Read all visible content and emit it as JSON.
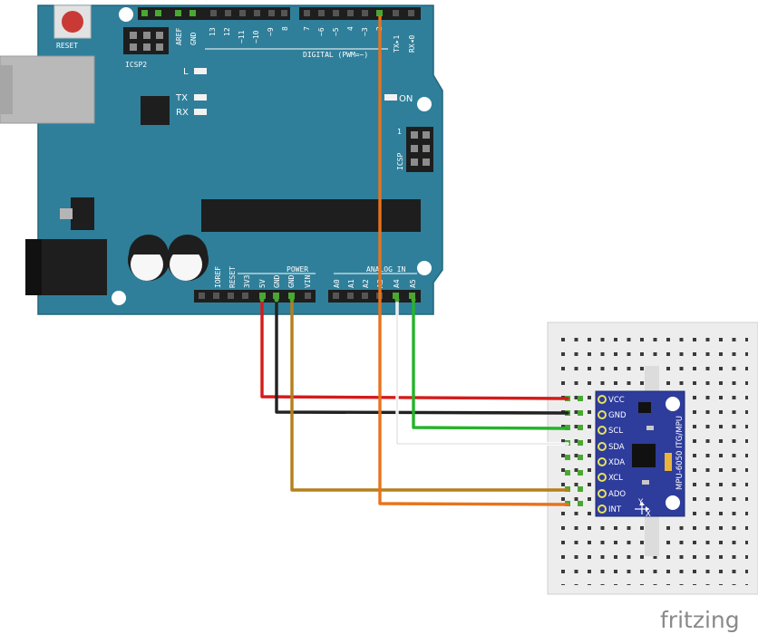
{
  "arduino": {
    "reset_label": "RESET",
    "icsp2_label": "ICSP2",
    "icsp_label": "ICSP",
    "icsp_pin1": "1",
    "digital_label": "DIGITAL (PWM=~)",
    "on_label": "ON",
    "led_l": "L",
    "led_tx": "TX",
    "led_rx": "RX",
    "power_label": "POWER",
    "analog_label": "ANALOG IN",
    "top_pins": [
      "AREF",
      "GND",
      "13",
      "12",
      "~11",
      "~10",
      "~9",
      "8",
      "7",
      "~6",
      "~5",
      "4",
      "~3",
      "2",
      "TX▸1",
      "RX◂0"
    ],
    "power_pins": [
      "IOREF",
      "RESET",
      "3V3",
      "5V",
      "GND",
      "GND",
      "VIN"
    ],
    "analog_pins": [
      "A0",
      "A1",
      "A2",
      "A3",
      "A4",
      "A5"
    ]
  },
  "mpu": {
    "pins": [
      "VCC",
      "GND",
      "SCL",
      "SDA",
      "XDA",
      "XCL",
      "ADO",
      "INT"
    ],
    "title": "MPU-6050 ITG/MPU",
    "axis_y": "Y",
    "axis_x": "X"
  },
  "brand": "fritzing",
  "colors": {
    "board": "#2f7f9a",
    "wire_5v": "#d41b1b",
    "wire_gnd": "#222222",
    "wire_int": "#b47f1c",
    "wire_d2": "#e8731c",
    "wire_sda": "#ffffff",
    "wire_scl": "#26b32b",
    "mpu_board": "#2e3c9c"
  }
}
